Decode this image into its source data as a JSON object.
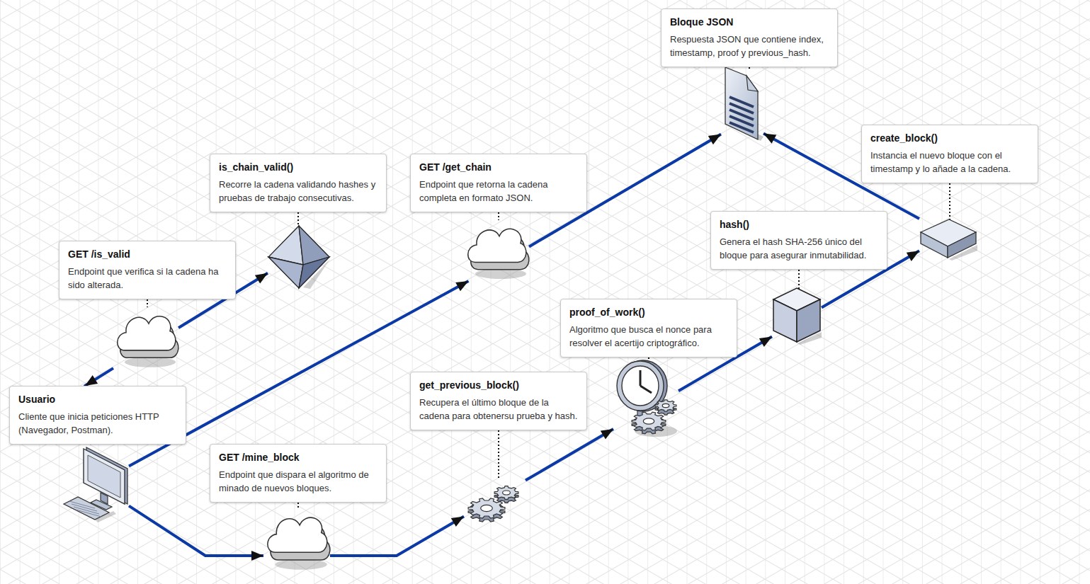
{
  "diagram": {
    "nodes": [
      {
        "text": [
          "Usuario",
          "Cliente que inicia peticiones HTTP (Navegador, Postman)."
        ]
      },
      {
        "text": [
          "GET /is_valid",
          "Endpoint que verifica si la cadena ha sido alterada."
        ]
      },
      {
        "text": [
          "is_chain_valid()",
          "Recorre la cadena validando hashes y pruebas de trabajo consecutivas."
        ]
      },
      {
        "text": [
          "GET /get_chain",
          "Endpoint que retorna la cadena completa en formato JSON."
        ]
      },
      {
        "text": [
          "Bloque JSON",
          "Respuesta JSON que contiene index, timestamp, proof y previous_hash."
        ]
      },
      {
        "text": [
          "create_block()",
          "Instancia el nuevo bloque con el timestamp y lo añade a la cadena."
        ]
      },
      {
        "text": [
          "hash()",
          "Genera el hash SHA-256 único del bloque para asegurar inmutabilidad."
        ]
      },
      {
        "text": [
          "proof_of_work()",
          "Algoritmo que busca el nonce para resolver el acertijo criptográfico."
        ]
      },
      {
        "text": [
          "get_previous_block()",
          "Recupera el último bloque de la cadena para obtenersu prueba y hash."
        ]
      },
      {
        "text": [
          "GET /mine_block",
          "Endpoint que dispara el algoritmo de minado de nuevos bloques."
        ]
      }
    ],
    "edges": [
      {
        "from": 1,
        "to": 0,
        "arrow": "to"
      },
      {
        "from": 1,
        "to": 2,
        "arrow": "to"
      },
      {
        "from": 0,
        "to": 3,
        "arrow": "to"
      },
      {
        "from": 3,
        "to": 4,
        "arrow": "to"
      },
      {
        "from": 0,
        "to": 9,
        "arrow": "to"
      },
      {
        "from": 9,
        "to": 8,
        "arrow": "to"
      },
      {
        "from": 8,
        "to": 7,
        "arrow": "to"
      },
      {
        "from": 7,
        "to": 6,
        "arrow": "to"
      },
      {
        "from": 6,
        "to": 5,
        "arrow": "to"
      },
      {
        "from": 5,
        "to": 4,
        "arrow": "to"
      }
    ]
  }
}
